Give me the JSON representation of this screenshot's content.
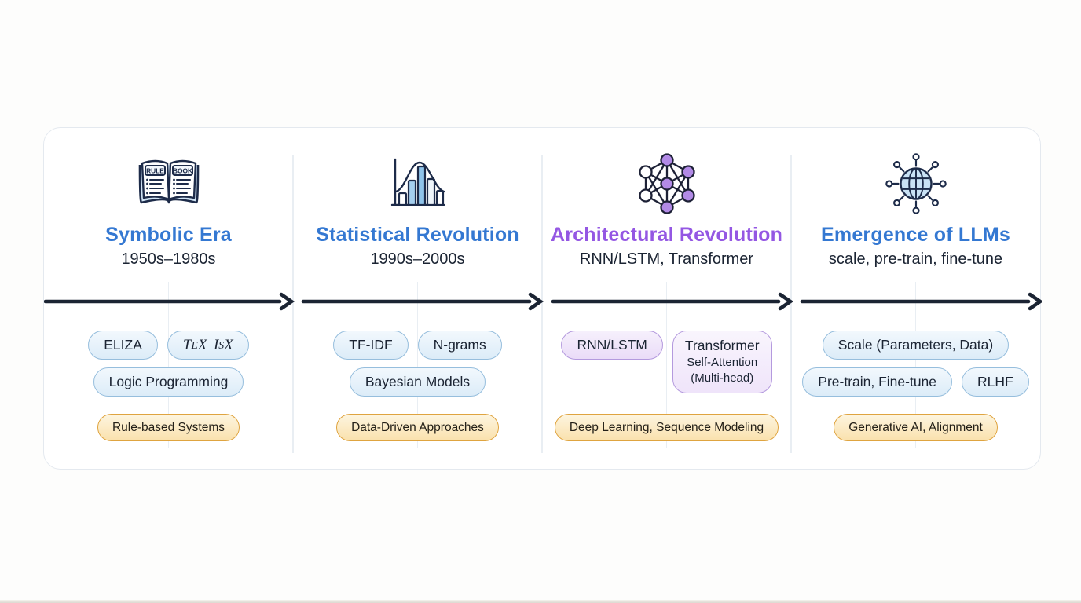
{
  "canvas": {
    "background": "#fdfdfc",
    "card_background": "#ffffff",
    "card_border": "#e4e9ef",
    "arrow_color": "#1b2433",
    "text_color": "#1b2433",
    "blue_accent": "#3478d2",
    "purple_accent": "#9457e3",
    "blue_pill_border": "#96bedd",
    "purple_pill_border": "#b49ade",
    "orange_tag_border": "#dfa440"
  },
  "columns": [
    {
      "name": "symbolic-era",
      "icon": "rule-book-icon",
      "icon_labels": {
        "left": "RULE",
        "right": "BOOK"
      },
      "title": "Symbolic Era",
      "subtitle": "1950s–1980s",
      "pills": [
        {
          "label": "ELIZA"
        },
        {
          "label": "TEX ISX",
          "parts": {
            "a": "T",
            "b": "E",
            "c": "X",
            "d": "I",
            "e": "S",
            "f": "X"
          }
        },
        {
          "label": "Logic Programming"
        }
      ],
      "tag": "Rule-based Systems"
    },
    {
      "name": "statistical-revolution",
      "icon": "histogram-icon",
      "title": "Statistical Revolution",
      "subtitle": "1990s–2000s",
      "pills": [
        {
          "label": "TF-IDF"
        },
        {
          "label": "N-grams"
        },
        {
          "label": "Bayesian Models"
        }
      ],
      "tag": "Data-Driven Approaches"
    },
    {
      "name": "architectural-revolution",
      "icon": "neural-network-icon",
      "title": "Architectural Revolution",
      "subtitle": "RNN/LSTM, Transformer",
      "pills": [
        {
          "label": "RNN/LSTM"
        },
        {
          "label": "Transformer",
          "line2": "Self-Attention",
          "line3": "(Multi-head)"
        }
      ],
      "tag": "Deep Learning, Sequence Modeling"
    },
    {
      "name": "emergence-of-llms",
      "icon": "globe-network-icon",
      "title": "Emergence of LLMs",
      "subtitle": "scale, pre-train, fine-tune",
      "pills": [
        {
          "label": "Scale (Parameters, Data)"
        },
        {
          "label": "Pre-train, Fine-tune"
        },
        {
          "label": "RLHF"
        }
      ],
      "tag": "Generative AI, Alignment"
    }
  ]
}
